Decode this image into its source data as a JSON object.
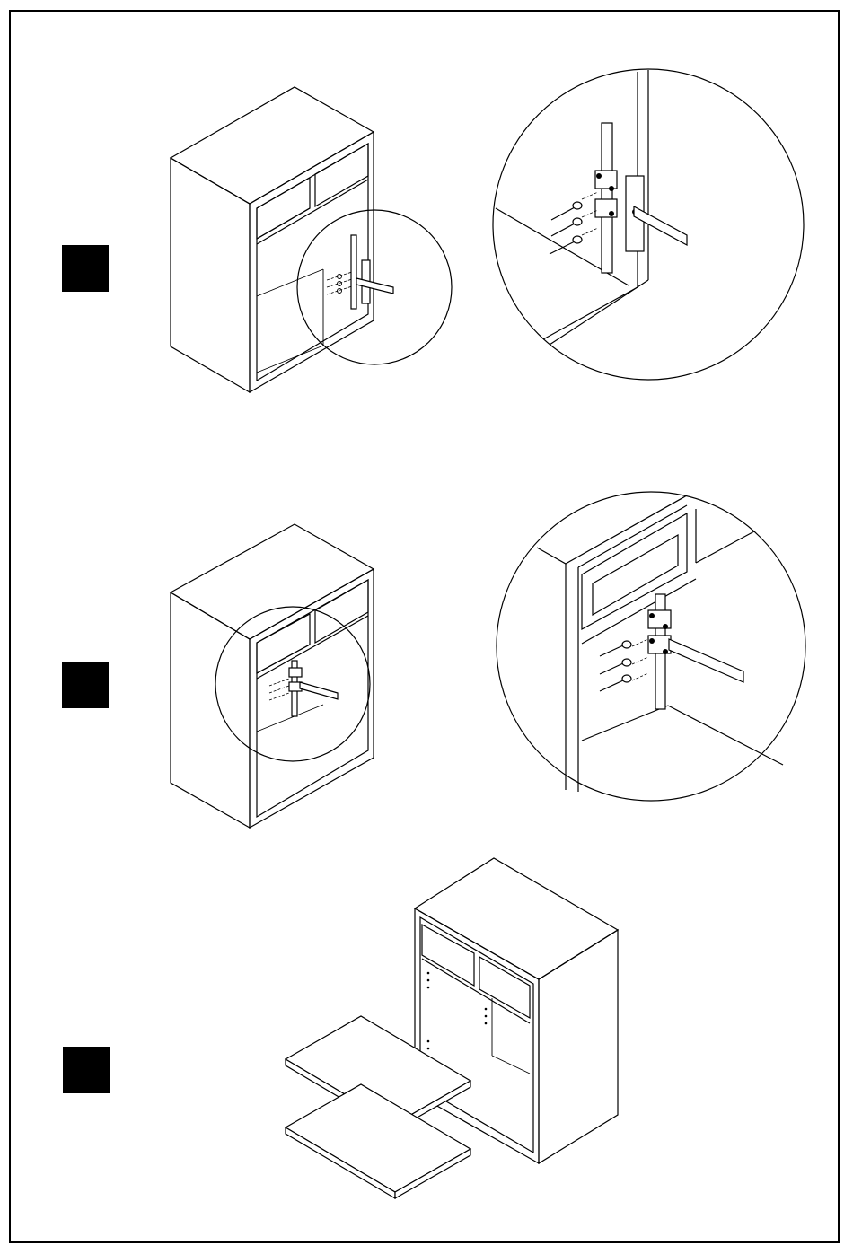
{
  "document": {
    "type": "assembly-instructions",
    "colors": {
      "line": "#000000",
      "background": "#ffffff",
      "step_marker": "#000000"
    }
  },
  "steps": [
    {
      "id": "step-1",
      "marker_icon": "black-square-step-marker",
      "content": "cabinet-with-back-rail-and-hinge-brackets",
      "detail": "zoom-hinge-bracket-screws"
    },
    {
      "id": "step-2",
      "marker_icon": "black-square-step-marker",
      "content": "cabinet-with-upper-rail-bracket",
      "detail": "zoom-upper-rail-bracket-screws"
    },
    {
      "id": "step-3",
      "marker_icon": "black-square-step-marker",
      "content": "cabinet-with-two-shelves-inserted",
      "detail": ""
    }
  ]
}
